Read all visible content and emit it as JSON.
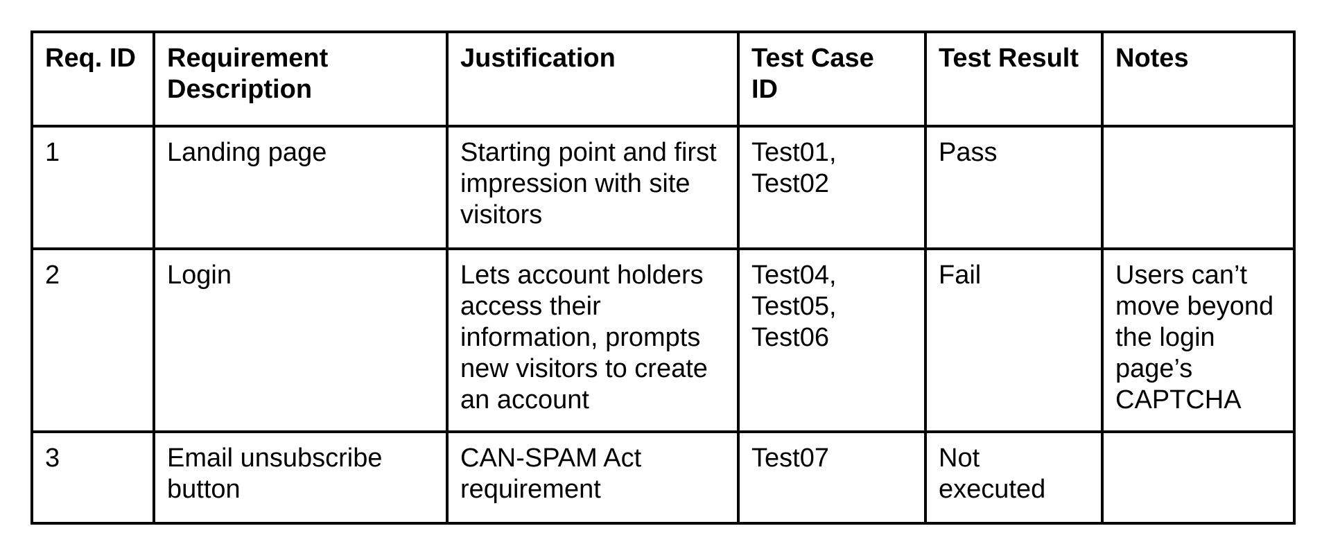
{
  "page": {
    "background_color": "#ffffff"
  },
  "table": {
    "name": "requirements-traceability-matrix",
    "border_color": "#000000",
    "text_color": "#000000",
    "headers": [
      "Req. ID",
      "Requirement\nDescription",
      "Justification",
      "Test Case\nID",
      "Test Result",
      "Notes"
    ],
    "rows": [
      {
        "req_id": "1",
        "requirement_description": "Landing page",
        "justification": "Starting point and first\nimpression with site\nvisitors",
        "test_case_id": "Test01,\nTest02",
        "test_result": "Pass",
        "notes": ""
      },
      {
        "req_id": "2",
        "requirement_description": "Login",
        "justification": "Lets account holders\naccess their\ninformation, prompts\nnew visitors to create\nan account",
        "test_case_id": "Test04,\nTest05,\nTest06",
        "test_result": "Fail",
        "notes": "Users can’t\nmove beyond\nthe login\npage’s\nCAPTCHA"
      },
      {
        "req_id": "3",
        "requirement_description": "Email unsubscribe\nbutton",
        "justification": "CAN-SPAM Act\nrequirement",
        "test_case_id": "Test07",
        "test_result": "Not\nexecuted",
        "notes": ""
      }
    ]
  }
}
